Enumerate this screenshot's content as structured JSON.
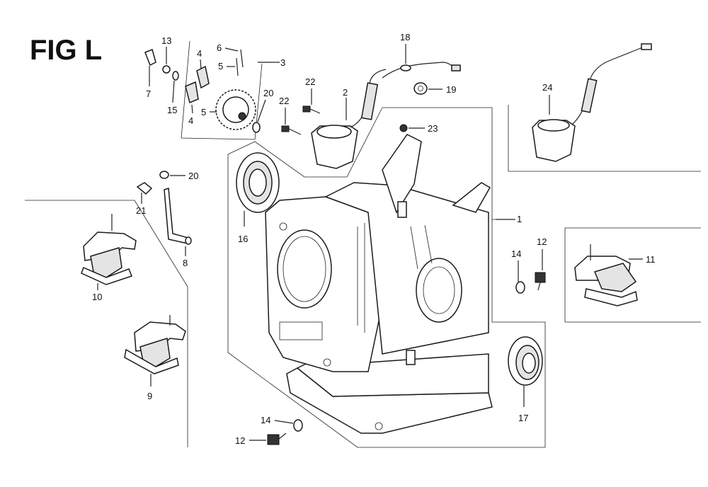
{
  "figure": {
    "title": "FIG L"
  },
  "callouts": {
    "c1": "1",
    "c2": "2",
    "c3": "3",
    "c4a": "4",
    "c4b": "4",
    "c5a": "5",
    "c5b": "5",
    "c6": "6",
    "c7": "7",
    "c8": "8",
    "c9": "9",
    "c10": "10",
    "c11": "11",
    "c12a": "12",
    "c12b": "12",
    "c13": "13",
    "c14a": "14",
    "c14b": "14",
    "c15": "15",
    "c16": "16",
    "c17": "17",
    "c18": "18",
    "c19": "19",
    "c20a": "20",
    "c20b": "20",
    "c21": "21",
    "c22a": "22",
    "c22b": "22",
    "c23": "23",
    "c24": "24"
  }
}
